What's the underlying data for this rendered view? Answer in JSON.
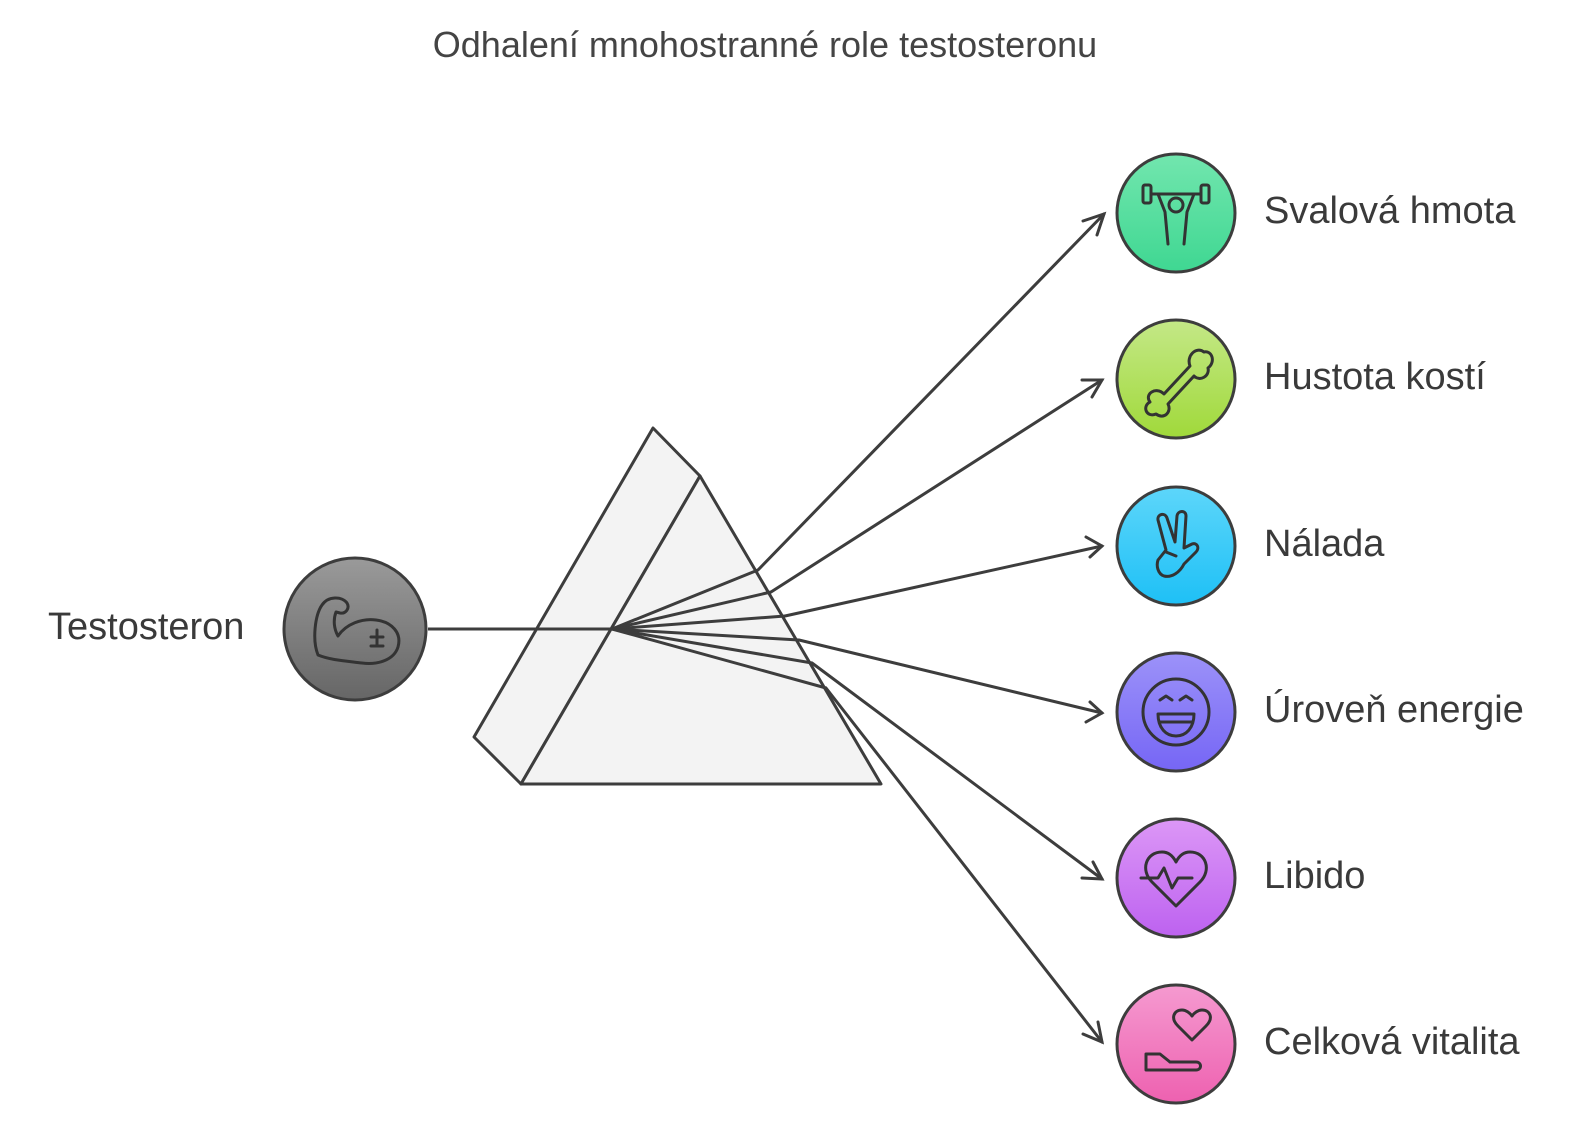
{
  "title": "Odhalení mnohostranné role testosteronu",
  "source": {
    "label": "Testosteron",
    "icon": "flexed-biceps-icon",
    "color": "#7d7d7d"
  },
  "outputs": [
    {
      "label": "Svalová hmota",
      "icon": "weightlifter-icon",
      "color": "#4fdc99"
    },
    {
      "label": "Hustota kostí",
      "icon": "bone-icon",
      "color": "#a9dc4a"
    },
    {
      "label": "Nálada",
      "icon": "victory-hand-icon",
      "color": "#2ec6f6"
    },
    {
      "label": "Úroveň energie",
      "icon": "grinning-face-icon",
      "color": "#8076f6"
    },
    {
      "label": "Libido",
      "icon": "heartbeat-heart-icon",
      "color": "#c470f1"
    },
    {
      "label": "Celková vitalita",
      "icon": "hand-heart-icon",
      "color": "#f06fb9"
    }
  ]
}
